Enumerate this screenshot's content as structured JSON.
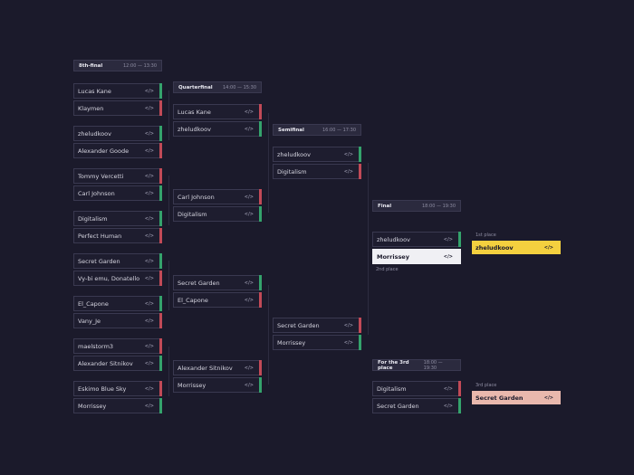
{
  "stages": [
    {
      "title": "8th-final",
      "time": "12:00 — 13:30"
    },
    {
      "title": "Quarterfinal",
      "time": "14:00 — 15:30"
    },
    {
      "title": "Semifinal",
      "time": "16:00 — 17:30"
    },
    {
      "title": "Final",
      "time": "18:00 — 19:30"
    },
    {
      "title": "For the 3rd place",
      "time": "18:00 — 19:30"
    }
  ],
  "code_label": "</>",
  "eighth": [
    [
      "Lucas Kane",
      "Klaymen"
    ],
    [
      "zheludkoov",
      "Alexander Goode"
    ],
    [
      "Tommy Vercetti",
      "Carl Johnson"
    ],
    [
      "Digitalism",
      "Perfect Human"
    ],
    [
      "Secret Garden",
      "Vy-bi emu, Donatello"
    ],
    [
      "El_Capone",
      "Vany_Je"
    ],
    [
      "maelstorm3",
      "Alexander Sitnikov"
    ],
    [
      "Eskimo Blue Sky",
      "Morrissey"
    ]
  ],
  "quarter": [
    [
      "Lucas Kane",
      "zheludkoov"
    ],
    [
      "Carl Johnson",
      "Digitalism"
    ],
    [
      "Secret Garden",
      "El_Capone"
    ],
    [
      "Alexander Sitnikov",
      "Morrissey"
    ]
  ],
  "semi": [
    [
      "zheludkoov",
      "Digitalism"
    ],
    [
      "Secret Garden",
      "Morrissey"
    ]
  ],
  "final": [
    "zheludkoov",
    "Morrissey"
  ],
  "third": [
    "Digitalism",
    "Secret Garden"
  ],
  "places": {
    "first_label": "1st place",
    "first": "zheludkoov",
    "second_label": "2nd place",
    "third_label": "3rd place",
    "third": "Secret Garden"
  },
  "colors": {
    "win": "#34a36c",
    "lose": "#c24a57",
    "gold": "#f4d03f",
    "bronze": "#e9b8ad"
  }
}
